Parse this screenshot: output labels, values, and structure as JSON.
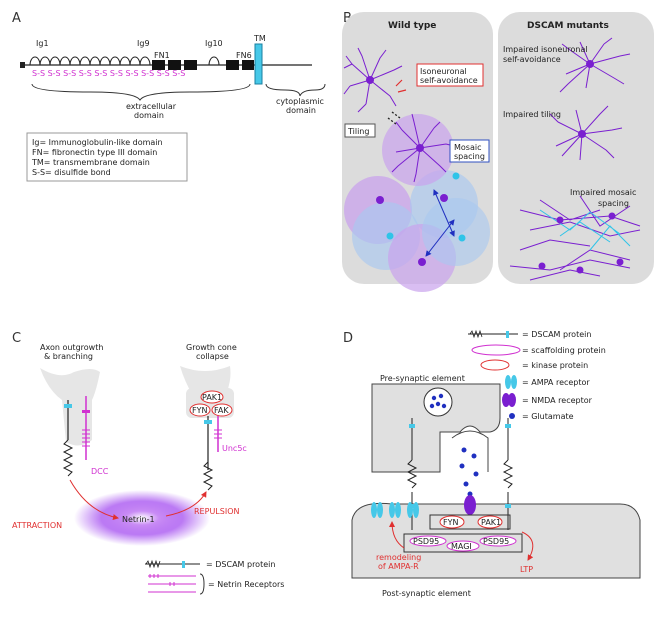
{
  "panelA": {
    "letter": "A",
    "ig1": "Ig1",
    "ig9": "Ig9",
    "ig10": "Ig10",
    "fn1": "FN1",
    "fn6": "FN6",
    "tm": "TM",
    "ss": "S-S",
    "extracellular_line1": "extracellular",
    "extracellular_line2": "domain",
    "cytoplasmic_line1": "cytoplasmic",
    "cytoplasmic_line2": "domain",
    "legend": [
      "Ig= Immunoglobulin-like domain",
      "FN= fibronectin type III domain",
      "TM= transmembrane domain",
      "S-S= disulfide bond"
    ]
  },
  "panelB": {
    "letter": "B",
    "wild_type": "Wild type",
    "mutants": "DSCAM mutants",
    "isoneuronal_line1": "Isoneuronal",
    "isoneuronal_line2": "self-avoidance",
    "tiling": "Tiling",
    "mosaic_line1": "Mosaic",
    "mosaic_line2": "spacing",
    "impaired_iso_line1": "Impaired isoneuronal",
    "impaired_iso_line2": "self-avoidance",
    "impaired_tiling": "Impaired tiling",
    "impaired_mosaic_line1": "Impaired mosaic",
    "impaired_mosaic_line2": "spacing"
  },
  "panelC": {
    "letter": "C",
    "axon_line1": "Axon outgrowth",
    "axon_line2": "& branching",
    "collapse_line1": "Growth cone",
    "collapse_line2": "collapse",
    "pak1": "PAK1",
    "fyn": "FYN",
    "fak": "FAK",
    "dcc": "DCC",
    "unc5c": "Unc5c",
    "netrin": "Netrin-1",
    "attraction": "ATTRACTION",
    "repulsion": "REPULSION",
    "legend_dscam": "= DSCAM protein",
    "legend_netrin": "= Netrin Receptors"
  },
  "panelD": {
    "letter": "D",
    "legend": [
      "= DSCAM protein",
      "= scaffolding protein",
      "= kinase protein",
      "= AMPA receptor",
      "= NMDA receptor",
      "= Glutamate"
    ],
    "presynaptic": "Pre-synaptic element",
    "postsynaptic": "Post-synaptic element",
    "fyn": "FYN",
    "pak1": "PAK1",
    "psd95": "PSD95",
    "magi": "MAGI",
    "remodel_line1": "remodeling",
    "remodel_line2": "of AMPA-R",
    "ltp": "LTP"
  }
}
